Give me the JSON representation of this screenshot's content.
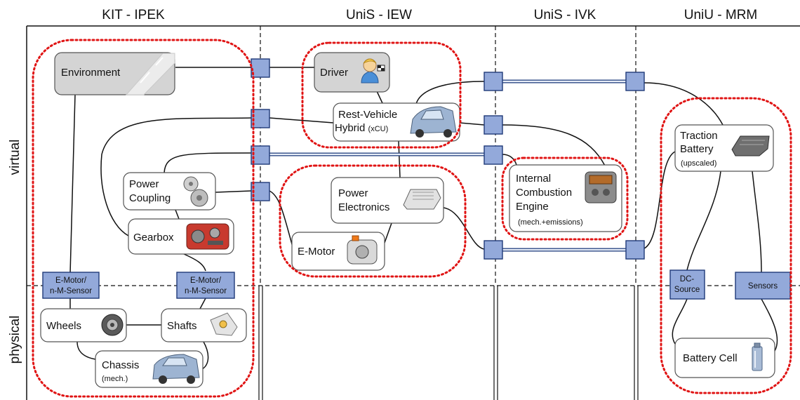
{
  "headers": {
    "kit_ipek": "KIT - IPEK",
    "unis_iew": "UniS - IEW",
    "unis_ivk": "UniS - IVK",
    "uniu_mrm": "UniU - MRM"
  },
  "layers": {
    "virtual": "virtual",
    "physical": "physical"
  },
  "components": {
    "environment": "Environment",
    "driver": "Driver",
    "rest_vehicle_line1": "Rest-Vehicle",
    "rest_vehicle_line2": "Hybrid",
    "rest_vehicle_suffix": "(xCU)",
    "power_coupling_line1": "Power",
    "power_coupling_line2": "Coupling",
    "gearbox": "Gearbox",
    "power_electronics_line1": "Power",
    "power_electronics_line2": "Electronics",
    "e_motor": "E-Motor",
    "ice_line1": "Internal",
    "ice_line2": "Combustion",
    "ice_line3": "Engine",
    "ice_sub": "(mech.+emissions)",
    "traction_battery_line1": "Traction",
    "traction_battery_line2": "Battery",
    "traction_battery_sub": "(upscaled)",
    "wheels": "Wheels",
    "shafts": "Shafts",
    "chassis": "Chassis",
    "chassis_sub": "(mech.)",
    "battery_cell": "Battery Cell"
  },
  "interfaces": {
    "emotor_sensor_left_1": "E-Motor/",
    "emotor_sensor_left_2": "n-M-Sensor",
    "emotor_sensor_right_1": "E-Motor/",
    "emotor_sensor_right_2": "n-M-Sensor",
    "dc_source_1": "DC-",
    "dc_source_2": "Source",
    "sensors": "Sensors"
  },
  "colors": {
    "interface_fill": "#93a9da",
    "interface_stroke": "#203a78",
    "group_outline": "#e01414",
    "grey_node": "#d4d4d4"
  }
}
